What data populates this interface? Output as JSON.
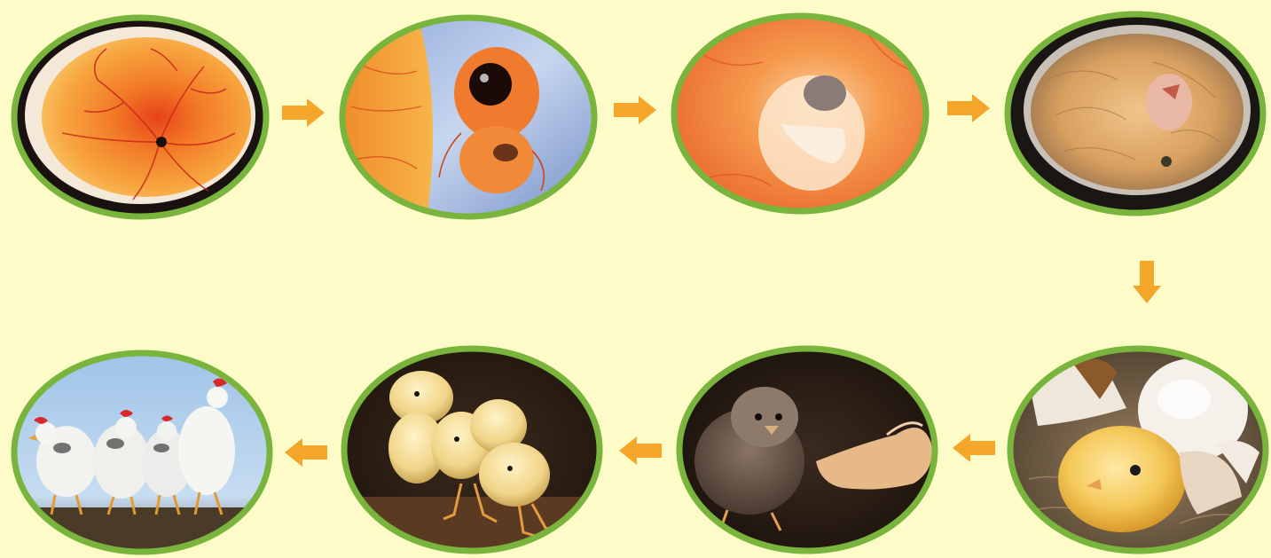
{
  "diagram": {
    "stages": [
      {
        "id": "stage-1",
        "subject": "egg-with-blood-vessels"
      },
      {
        "id": "stage-2",
        "subject": "early-embryo-with-eye"
      },
      {
        "id": "stage-3",
        "subject": "developing-embryo"
      },
      {
        "id": "stage-4",
        "subject": "chick-curled-in-shell"
      },
      {
        "id": "stage-5",
        "subject": "chick-hatching-from-egg"
      },
      {
        "id": "stage-6",
        "subject": "newly-hatched-chick"
      },
      {
        "id": "stage-7",
        "subject": "group-of-chicks"
      },
      {
        "id": "stage-8",
        "subject": "adult-hens"
      }
    ],
    "arrows": [
      {
        "from": "stage-1",
        "to": "stage-2",
        "direction": "right"
      },
      {
        "from": "stage-2",
        "to": "stage-3",
        "direction": "right"
      },
      {
        "from": "stage-3",
        "to": "stage-4",
        "direction": "right"
      },
      {
        "from": "stage-4",
        "to": "stage-5",
        "direction": "down"
      },
      {
        "from": "stage-5",
        "to": "stage-6",
        "direction": "left"
      },
      {
        "from": "stage-6",
        "to": "stage-7",
        "direction": "left"
      },
      {
        "from": "stage-7",
        "to": "stage-8",
        "direction": "left"
      }
    ]
  },
  "colors": {
    "background": "#fdfbc8",
    "frame_border": "#79b43c",
    "arrow": "#f3a62a"
  }
}
